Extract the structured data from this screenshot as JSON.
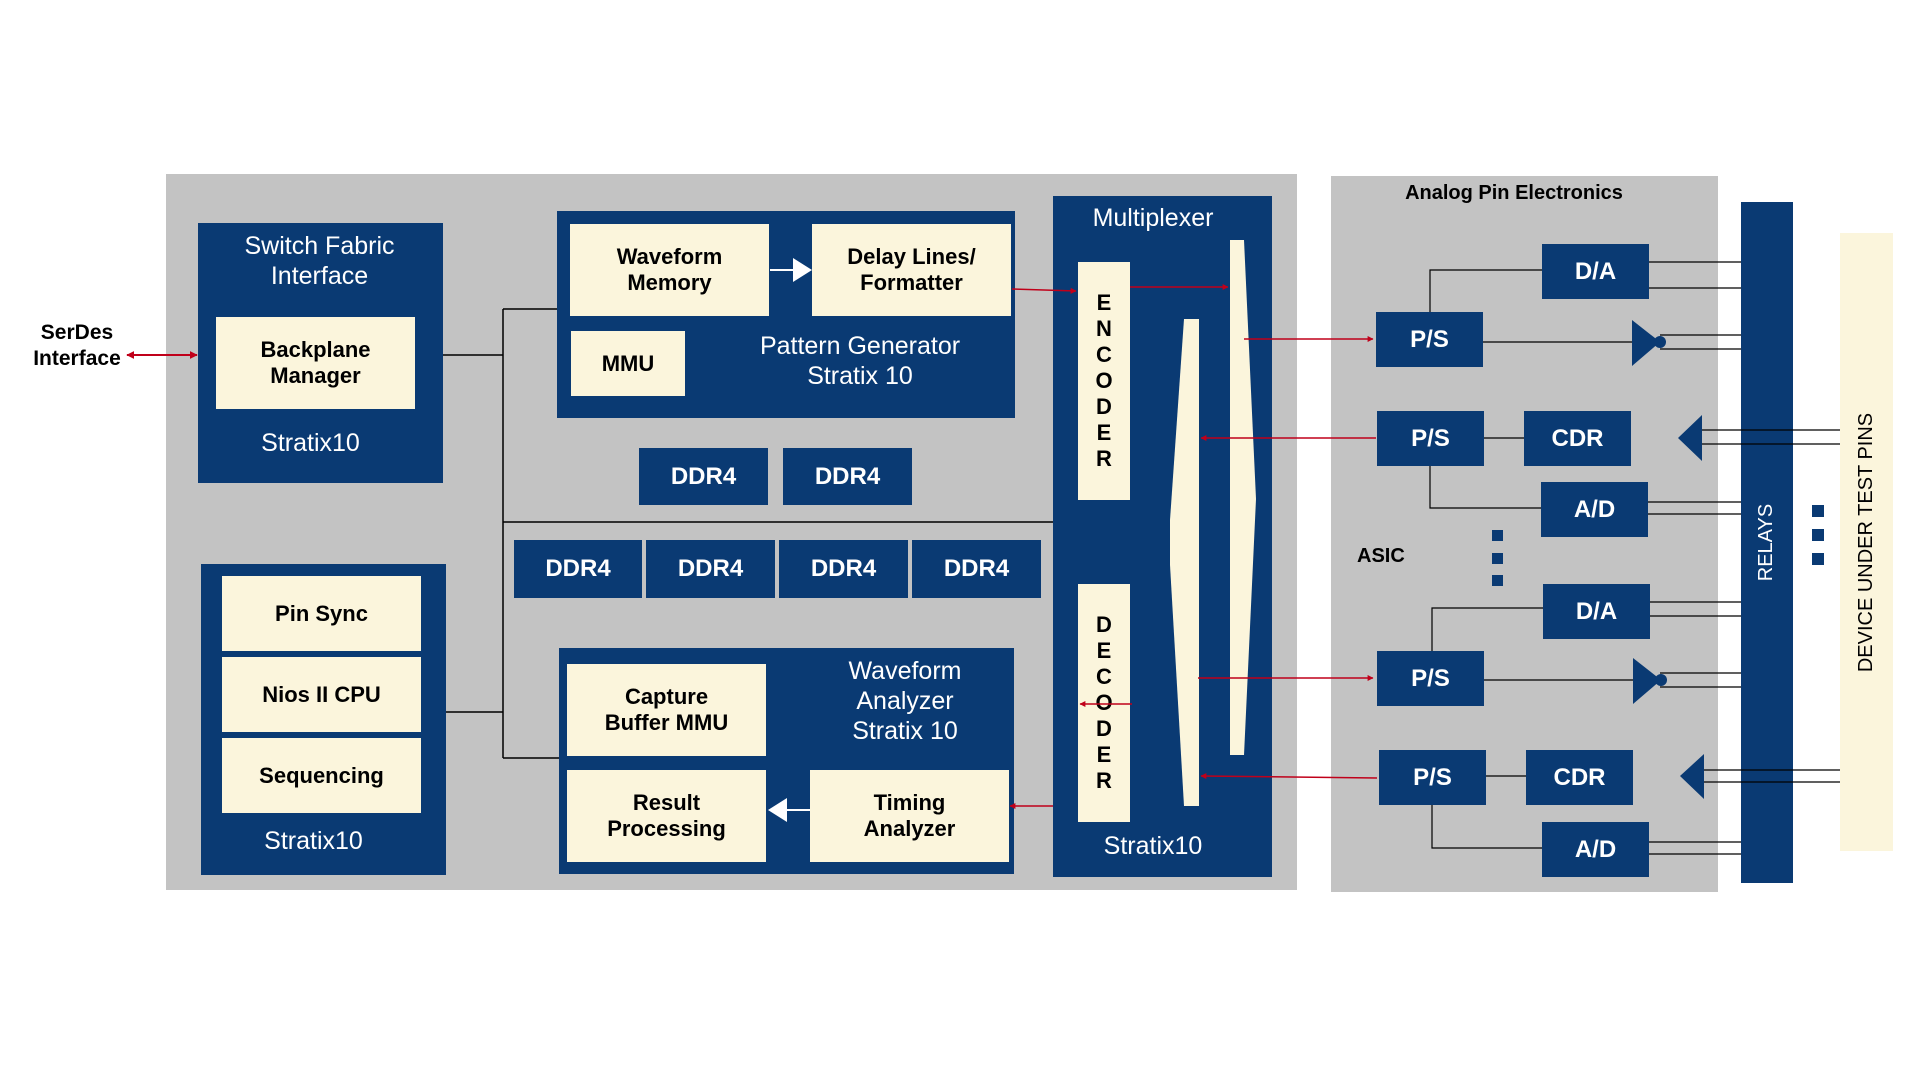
{
  "colors": {
    "panel": "#c3c3c3",
    "navy": "#0a3a73",
    "cream": "#fbf5dc",
    "arrow": "#c0001a",
    "line": "#000000"
  },
  "serdes": {
    "label": "SerDes Interface"
  },
  "switch_fabric": {
    "title": "Switch Fabric Interface",
    "inner": "Backplane Manager",
    "chip": "Stratix10"
  },
  "sync_block": {
    "items": [
      "Pin Sync",
      "Nios II CPU",
      "Sequencing"
    ],
    "chip": "Stratix10"
  },
  "pattern_gen": {
    "waveform_memory": "Waveform Memory",
    "delay_lines": "Delay Lines/ Formatter",
    "mmu": "MMU",
    "title": "Pattern Generator",
    "chip": "Stratix 10"
  },
  "ddr4": {
    "label": "DDR4"
  },
  "waveform_analyzer": {
    "title": "Waveform Analyzer",
    "chip": "Stratix 10",
    "capture": "Capture Buffer MMU",
    "result": "Result Processing",
    "timing": "Timing Analyzer"
  },
  "multiplexer": {
    "title": "Multiplexer",
    "encoder": [
      "E",
      "N",
      "C",
      "O",
      "D",
      "E",
      "R"
    ],
    "decoder": [
      "D",
      "E",
      "C",
      "O",
      "D",
      "E",
      "R"
    ],
    "chip": "Stratix10"
  },
  "analog": {
    "title": "Analog Pin Electronics",
    "ps": "P/S",
    "da": "D/A",
    "ad": "A/D",
    "cdr": "CDR",
    "asic": "ASIC"
  },
  "relays": {
    "label": "RELAYS"
  },
  "dut": {
    "label": "DEVICE UNDER TEST PINS"
  }
}
